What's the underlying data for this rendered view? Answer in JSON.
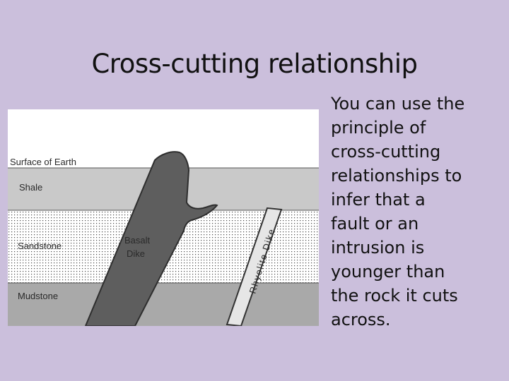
{
  "slide": {
    "title": "Cross-cutting relationship",
    "body": "You can use the\nprinciple of\ncross-cutting\nrelationships to\ninfer that a\nfault or an\nintrusion is\nyounger than\nthe rock it cuts\nacross."
  },
  "diagram": {
    "labels": {
      "surface": "Surface of Earth",
      "shale": "Shale",
      "sandstone": "Sandstone",
      "mudstone": "Mudstone",
      "basalt_line1": "Basalt",
      "basalt_line2": "Dike",
      "rhyolite": "Rhyolite Dike"
    },
    "colors": {
      "sky": "#ffffff",
      "shale": "#c9c9c9",
      "sandstone": "#ffffff",
      "mudstone": "#a9a9a9",
      "basalt_dike": "#5e5e5e",
      "rhyolite_dike": "#e6e6e6",
      "outline": "#333333"
    }
  }
}
